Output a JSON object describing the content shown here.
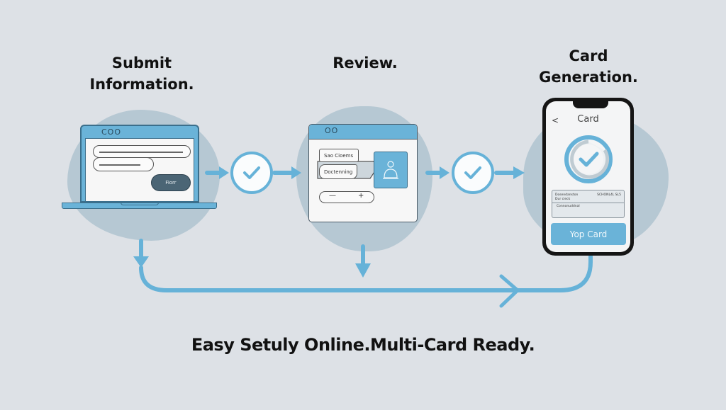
{
  "steps": [
    {
      "title": "Submit\nInformation."
    },
    {
      "title": "Review."
    },
    {
      "title": "Card\nGeneration."
    }
  ],
  "laptop": {
    "window_title": "COO",
    "button_label": "Fiorr"
  },
  "review_window": {
    "window_title": "OO",
    "box1_label": "Sao Cioems",
    "box2_label": "Doctenning",
    "stepper_minus": "—",
    "stepper_plus": "+"
  },
  "phone": {
    "back_glyph": "<",
    "screen_title": "Card",
    "info_left_1": "Dosendanston",
    "info_right_1": "SCHONL4L SL5",
    "info_left_2": "Dur cieck",
    "info_left_3": "Connonuddnal",
    "button_label": "Yop Card"
  },
  "tagline": "Easy Setuly Online.Multi-Card Ready.",
  "colors": {
    "background": "#dde1e6",
    "accent_blue": "#66b2d8",
    "blob": "#b6c8d3",
    "dark_button": "#4b6575"
  }
}
